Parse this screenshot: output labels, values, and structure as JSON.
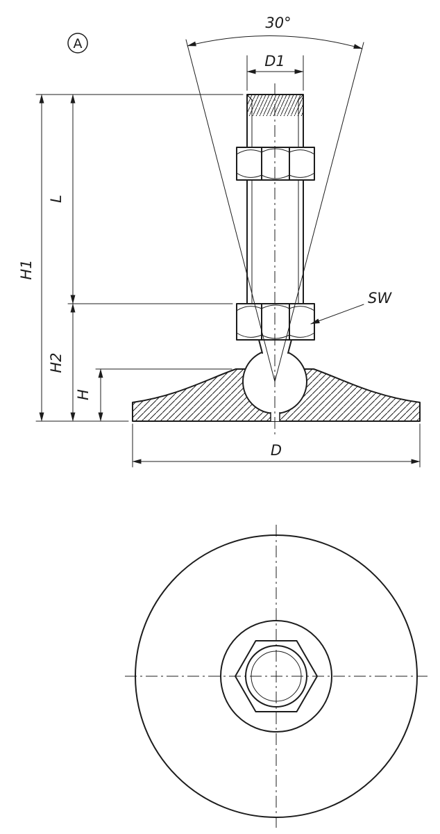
{
  "drawing": {
    "view_label": "A",
    "labels": {
      "angle_30": "30°",
      "D1": "D1",
      "L": "L",
      "H1": "H1",
      "H2": "H2",
      "H": "H",
      "SW": "SW",
      "D": "D"
    },
    "colors": {
      "line": "#1c1c1c",
      "background": "#ffffff"
    }
  }
}
